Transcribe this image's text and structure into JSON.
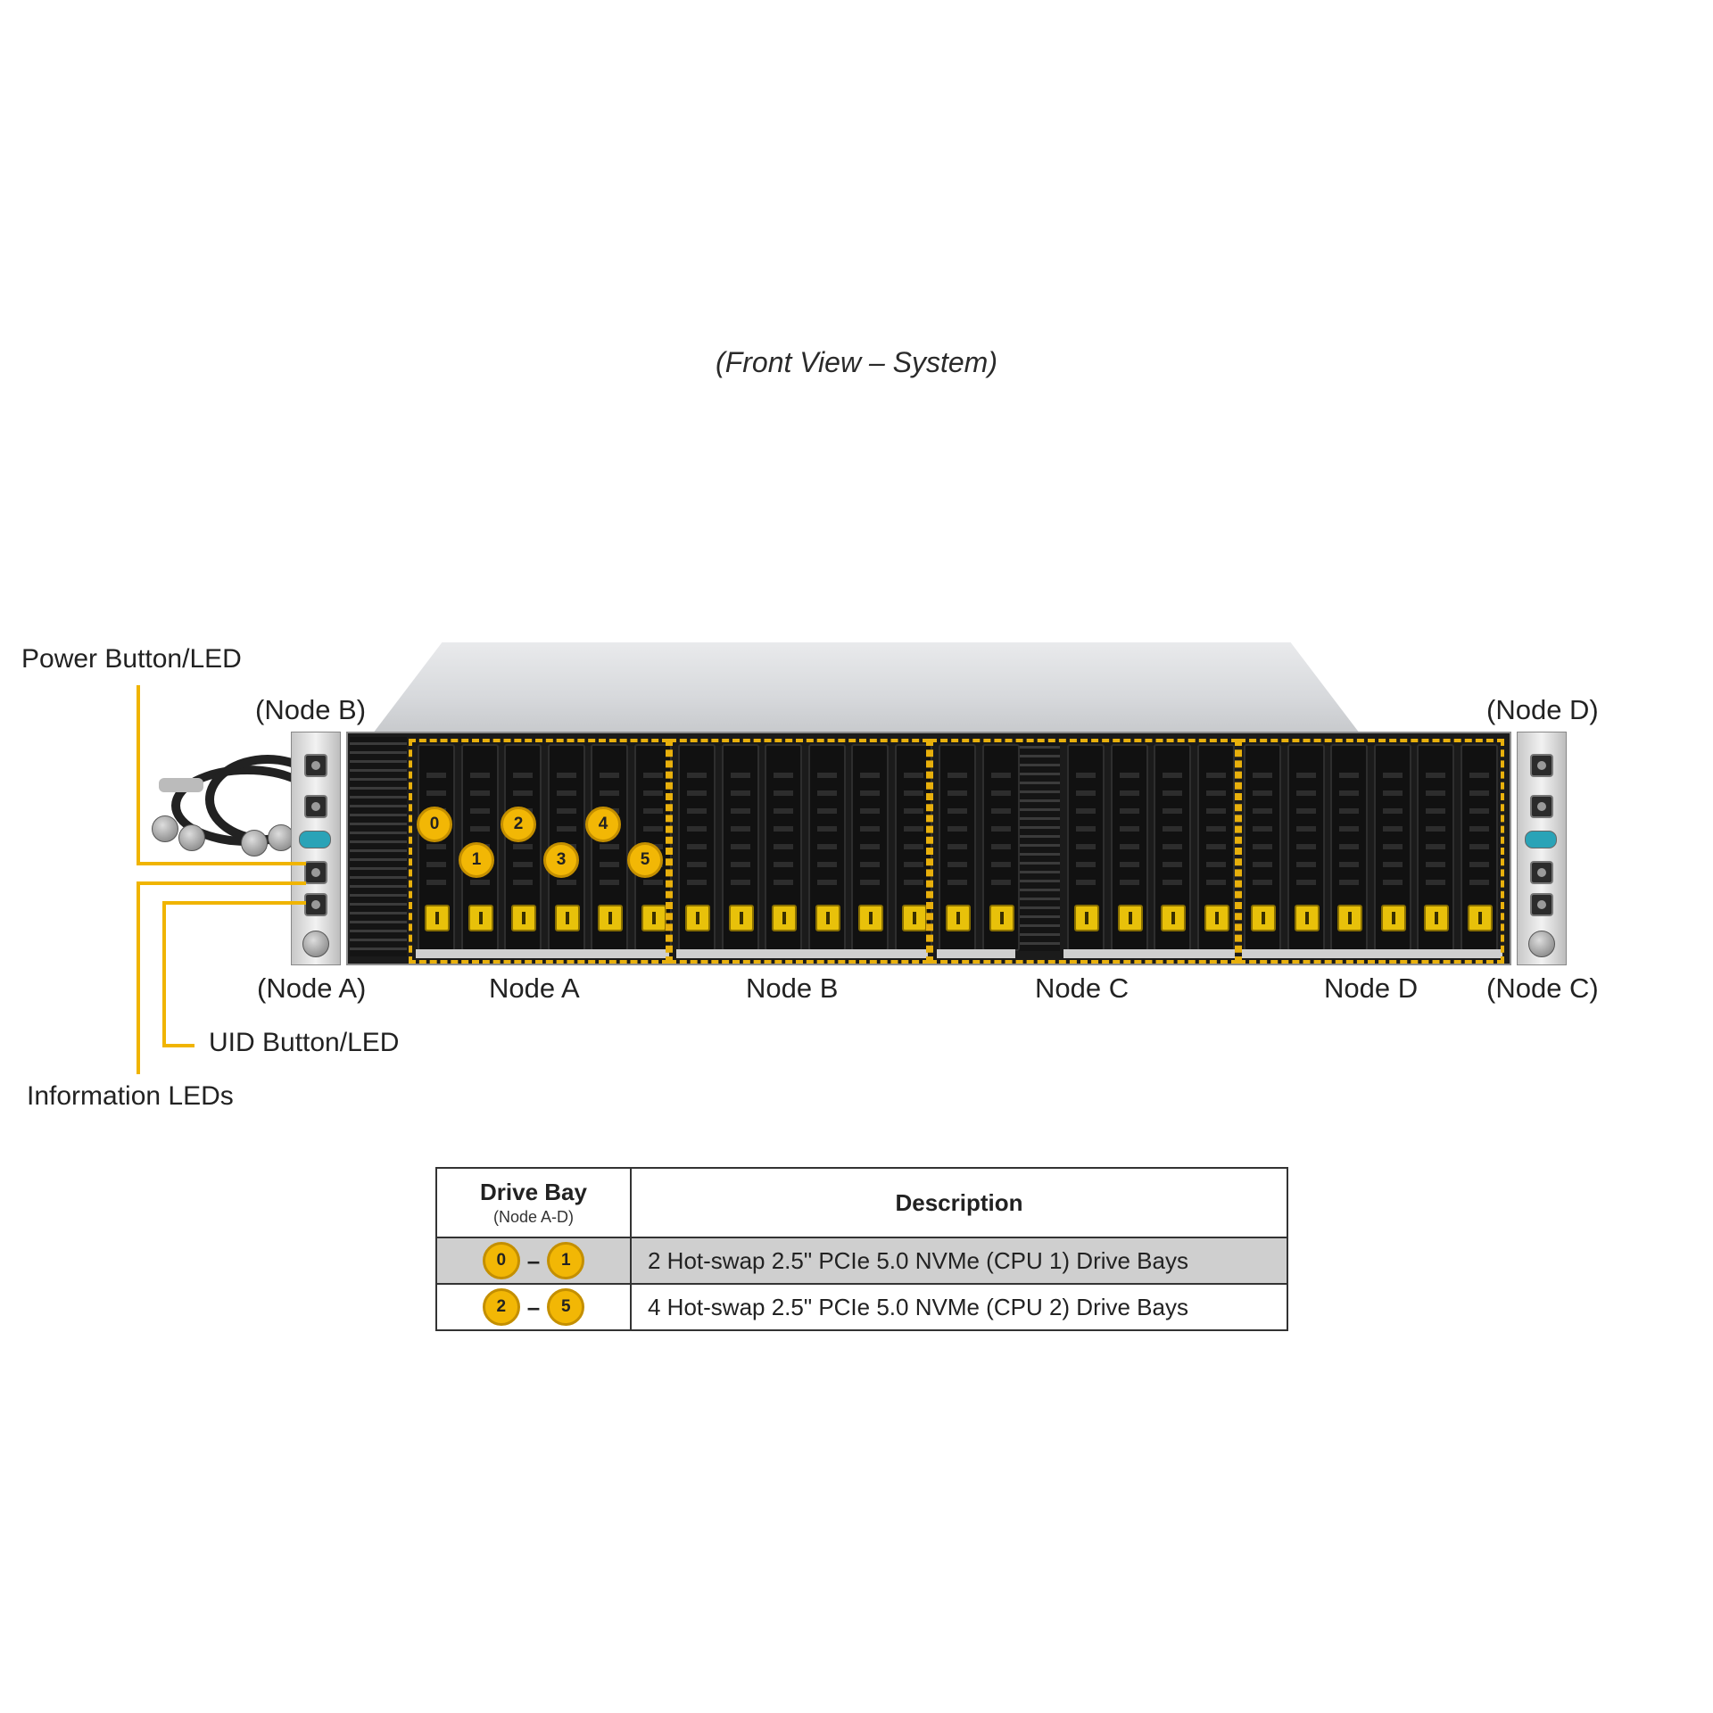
{
  "title": "(Front View – System)",
  "callouts": {
    "power": "Power Button/LED",
    "uid": "UID Button/LED",
    "info": "Information LEDs"
  },
  "nodes": {
    "left_top": "(Node B)",
    "left_bottom": "(Node A)",
    "right_top": "(Node D)",
    "right_bottom": "(Node C)",
    "a": "Node A",
    "b": "Node B",
    "c": "Node C",
    "d": "Node D"
  },
  "drive_badges": [
    "0",
    "1",
    "2",
    "3",
    "4",
    "5"
  ],
  "table": {
    "header_bay": "Drive Bay",
    "header_bay_sub": "(Node A-D)",
    "header_desc": "Description",
    "rows": [
      {
        "from": "0",
        "to": "1",
        "desc": "2 Hot-swap 2.5\" PCIe 5.0 NVMe (CPU 1) Drive Bays"
      },
      {
        "from": "2",
        "to": "5",
        "desc": "4 Hot-swap 2.5\" PCIe 5.0 NVMe (CPU 2) Drive Bays"
      }
    ]
  },
  "colors": {
    "accent": "#f2b705"
  }
}
